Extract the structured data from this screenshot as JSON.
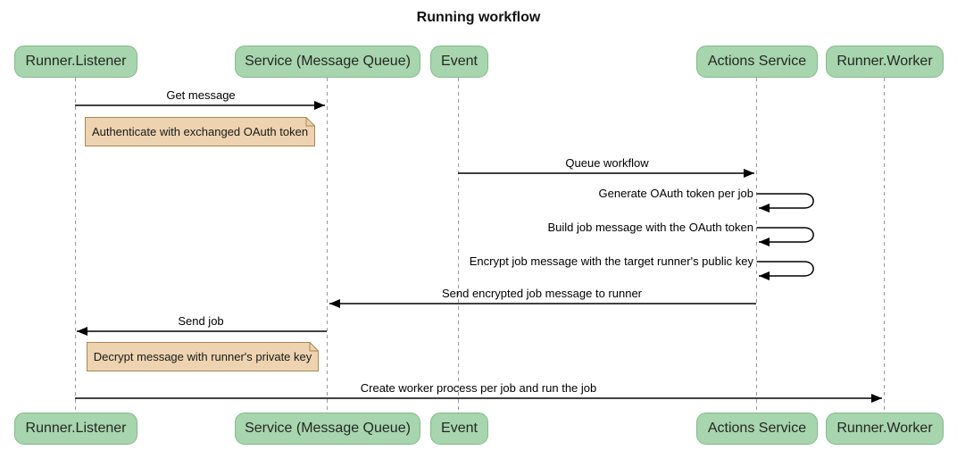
{
  "diagram": {
    "type": "sequence",
    "title": "Running workflow"
  },
  "colors": {
    "background": "#ffffff",
    "participant_fill": "#a7d5ad",
    "participant_border": "#84b98c",
    "note_fill": "#edd3b0",
    "note_border": "#aa8652",
    "lifeline": "#9a9a9a",
    "arrow": "#000000",
    "text": "#000000"
  },
  "participants": [
    {
      "name": "Runner.Listener"
    },
    {
      "name": "Service (Message Queue)"
    },
    {
      "name": "Event"
    },
    {
      "name": "Actions Service"
    },
    {
      "name": "Runner.Worker"
    }
  ],
  "messages": [
    {
      "label": "Get message",
      "from": "Runner.Listener",
      "to": "Service (Message Queue)",
      "type": "solid-arrow"
    },
    {
      "label": "Queue workflow",
      "from": "Event",
      "to": "Actions Service",
      "type": "solid-arrow"
    },
    {
      "label": "Generate OAuth token per job",
      "from": "Actions Service",
      "to": "Actions Service",
      "type": "self-loop"
    },
    {
      "label": "Build job message with the OAuth token",
      "from": "Actions Service",
      "to": "Actions Service",
      "type": "self-loop"
    },
    {
      "label": "Encrypt job message with the target runner's public key",
      "from": "Actions Service",
      "to": "Actions Service",
      "type": "self-loop"
    },
    {
      "label": "Send encrypted job message to runner",
      "from": "Actions Service",
      "to": "Service (Message Queue)",
      "type": "solid-arrow"
    },
    {
      "label": "Send job",
      "from": "Service (Message Queue)",
      "to": "Runner.Listener",
      "type": "solid-arrow"
    },
    {
      "label": "Create worker process per job and run the job",
      "from": "Runner.Listener",
      "to": "Runner.Worker",
      "type": "solid-arrow"
    }
  ],
  "notes": [
    {
      "text": "Authenticate with exchanged OAuth token",
      "position": "right of Runner.Listener"
    },
    {
      "text": "Decrypt message with runner's private key",
      "position": "right of Runner.Listener"
    }
  ]
}
